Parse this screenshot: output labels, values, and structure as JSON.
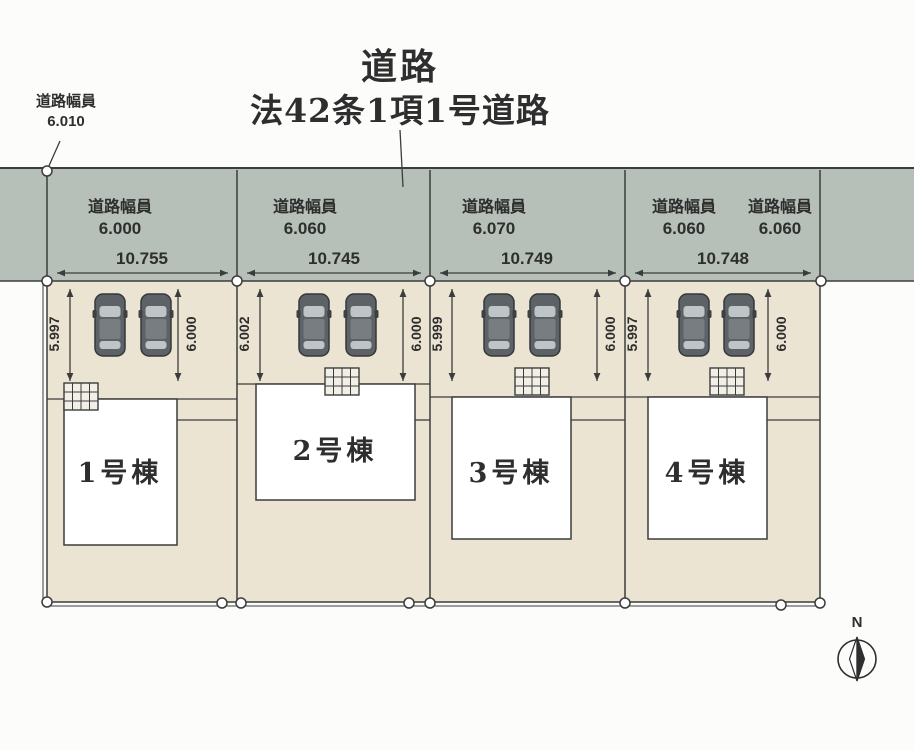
{
  "title": {
    "line1": "道路",
    "line2": "法42条1項1号道路"
  },
  "callout": {
    "label": "道路幅員",
    "value": "6.010"
  },
  "lots": [
    {
      "name": "1号棟",
      "road_width_label": "道路幅員",
      "road_width": "6.000",
      "frontage": "10.755",
      "depth": "5.997",
      "side": "6.000"
    },
    {
      "name": "2号棟",
      "road_width_label": "道路幅員",
      "road_width": "6.060",
      "frontage": "10.745",
      "depth": "6.002",
      "side": "6.000"
    },
    {
      "name": "3号棟",
      "road_width_label": "道路幅員",
      "road_width": "6.070",
      "frontage": "10.749",
      "depth": "5.999",
      "side": "6.000"
    },
    {
      "name": "4号棟",
      "road_width_label": "道路幅員",
      "road_width": "6.060",
      "frontage": "10.748",
      "depth": "5.997",
      "side": "6.000"
    }
  ],
  "extra_road_width": {
    "label": "道路幅員",
    "value": "6.060"
  },
  "compass": {
    "label": "N"
  },
  "colors": {
    "road": "#b6c0b8",
    "lot": "#ece4d2",
    "line": "#3c3c3c",
    "building": "#ffffff"
  }
}
